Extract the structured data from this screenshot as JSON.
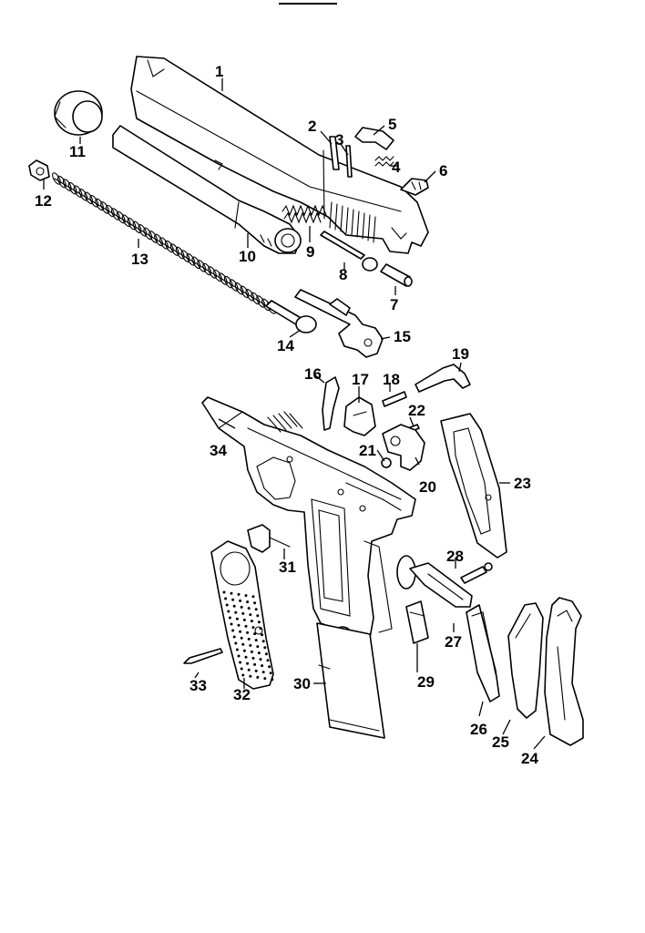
{
  "parts": [
    {
      "id": "1",
      "label": "1",
      "name": "slide"
    },
    {
      "id": "2",
      "label": "2",
      "name": "pin"
    },
    {
      "id": "3",
      "label": "3",
      "name": "pin"
    },
    {
      "id": "4",
      "label": "4",
      "name": "spring"
    },
    {
      "id": "5",
      "label": "5",
      "name": "extractor"
    },
    {
      "id": "6",
      "label": "6",
      "name": "sight"
    },
    {
      "id": "7",
      "label": "7",
      "name": "pin"
    },
    {
      "id": "8",
      "label": "8",
      "name": "firing-pin"
    },
    {
      "id": "9",
      "label": "9",
      "name": "firing-pin-spring"
    },
    {
      "id": "10",
      "label": "10",
      "name": "barrel"
    },
    {
      "id": "11",
      "label": "11",
      "name": "barrel-bushing"
    },
    {
      "id": "12",
      "label": "12",
      "name": "guide-tip"
    },
    {
      "id": "13",
      "label": "13",
      "name": "recoil-spring"
    },
    {
      "id": "14",
      "label": "14",
      "name": "guide-rod"
    },
    {
      "id": "15",
      "label": "15",
      "name": "sear-assembly"
    },
    {
      "id": "16",
      "label": "16",
      "name": "lever"
    },
    {
      "id": "17",
      "label": "17",
      "name": "block"
    },
    {
      "id": "18",
      "label": "18",
      "name": "pin"
    },
    {
      "id": "19",
      "label": "19",
      "name": "lever"
    },
    {
      "id": "20",
      "label": "20",
      "name": "hammer"
    },
    {
      "id": "21",
      "label": "21",
      "name": "pin"
    },
    {
      "id": "22",
      "label": "22",
      "name": "pin"
    },
    {
      "id": "23",
      "label": "23",
      "name": "grip-plate"
    },
    {
      "id": "24",
      "label": "24",
      "name": "backstrap"
    },
    {
      "id": "25",
      "label": "25",
      "name": "spring-housing"
    },
    {
      "id": "26",
      "label": "26",
      "name": "spring"
    },
    {
      "id": "27",
      "label": "27",
      "name": "safety"
    },
    {
      "id": "28",
      "label": "28",
      "name": "screw"
    },
    {
      "id": "29",
      "label": "29",
      "name": "magazine-follower"
    },
    {
      "id": "30",
      "label": "30",
      "name": "magazine"
    },
    {
      "id": "31",
      "label": "31",
      "name": "magazine-catch"
    },
    {
      "id": "32",
      "label": "32",
      "name": "grip-panel"
    },
    {
      "id": "33",
      "label": "33",
      "name": "grip-screw"
    },
    {
      "id": "34",
      "label": "34",
      "name": "frame"
    }
  ]
}
